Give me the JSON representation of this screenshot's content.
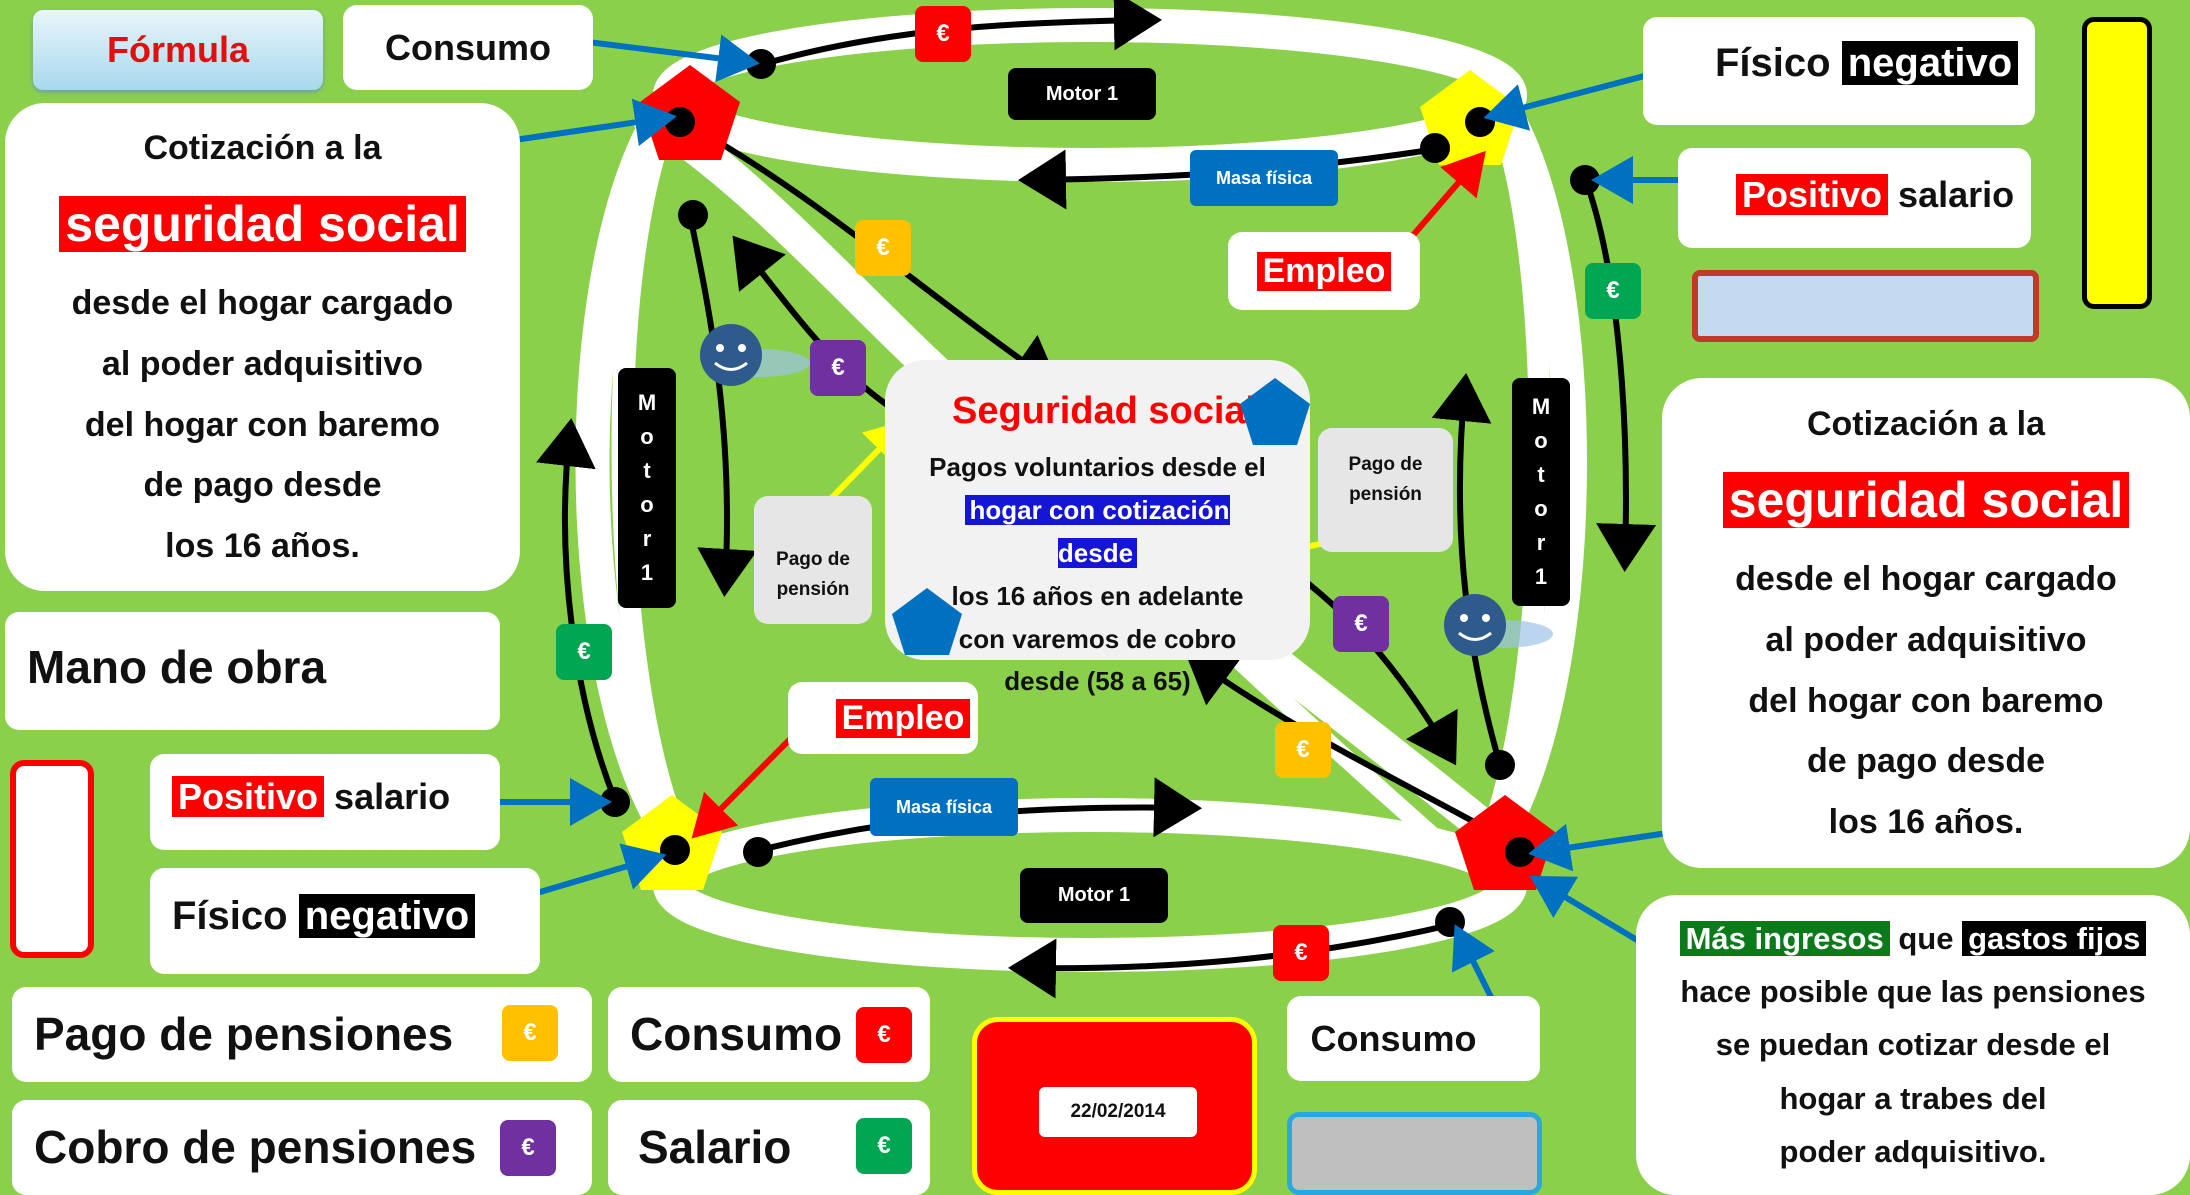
{
  "formula_button": "Fórmula",
  "consumo_top": "Consumo",
  "consumo_bottom": "Consumo",
  "left_cotizacion": {
    "line1": "Cotización a la",
    "highlight": "seguridad social",
    "lines": [
      "desde el hogar cargado",
      "al poder adquisitivo",
      "del hogar con baremo",
      "de pago desde",
      "los 16 años."
    ]
  },
  "right_cotizacion": {
    "line1": "Cotización a la",
    "highlight": "seguridad social",
    "lines": [
      "desde el hogar cargado",
      "al poder adquisitivo",
      "del hogar con baremo",
      "de pago desde",
      "los 16 años."
    ]
  },
  "fisico_negativo_top": {
    "word": "Físico",
    "highlight": "negativo"
  },
  "fisico_negativo_bottom": {
    "word": "Físico",
    "highlight": "negativo"
  },
  "positivo_salario_top": {
    "highlight": "Positivo",
    "word": "salario"
  },
  "positivo_salario_bottom": {
    "highlight": "Positivo",
    "word": "salario"
  },
  "empleo_top": "Empleo",
  "empleo_bottom": "Empleo",
  "mano_de_obra": "Mano de obra",
  "motor_top": "Motor 1",
  "motor_bottom": "Motor 1",
  "motor_left_letters": [
    "M",
    "o",
    "t",
    "o",
    "r",
    "1"
  ],
  "motor_right_letters": [
    "M",
    "o",
    "t",
    "o",
    "r",
    "1"
  ],
  "masa_fisica_top": "Masa física",
  "masa_fisica_bottom": "Masa física",
  "pago_pension_left": [
    "Pago de",
    "pensión"
  ],
  "pago_pension_right": [
    "Pago de",
    "pensión"
  ],
  "center": {
    "title": "Seguridad social",
    "line1": "Pagos voluntarios desde el",
    "line2_highlight": "hogar con cotización desde",
    "line3": "los 16 años en adelante",
    "line4": "con varemos de cobro",
    "line5": "desde (58 a 65)"
  },
  "legend": {
    "pago_pensiones": "Pago de pensiones",
    "cobro_pensiones": "Cobro de pensiones",
    "consumo": "Consumo",
    "salario": "Salario",
    "euro_symbol": "€"
  },
  "date": "22/02/2014",
  "bottom_right": {
    "hl1": "Más ingresos",
    "mid": "que",
    "hl2": "gastos fijos",
    "lines": [
      "hace posible que las pensiones",
      "se puedan cotizar desde el",
      "hogar a trabes del",
      "poder adquisitivo."
    ]
  },
  "euro_symbol": "€",
  "colors": {
    "background": "#8ad04a",
    "red": "#ff0000",
    "yellow": "#ffff00",
    "blue": "#0070c0",
    "purple": "#7030a0",
    "green": "#00a651",
    "orange": "#ffc000"
  }
}
